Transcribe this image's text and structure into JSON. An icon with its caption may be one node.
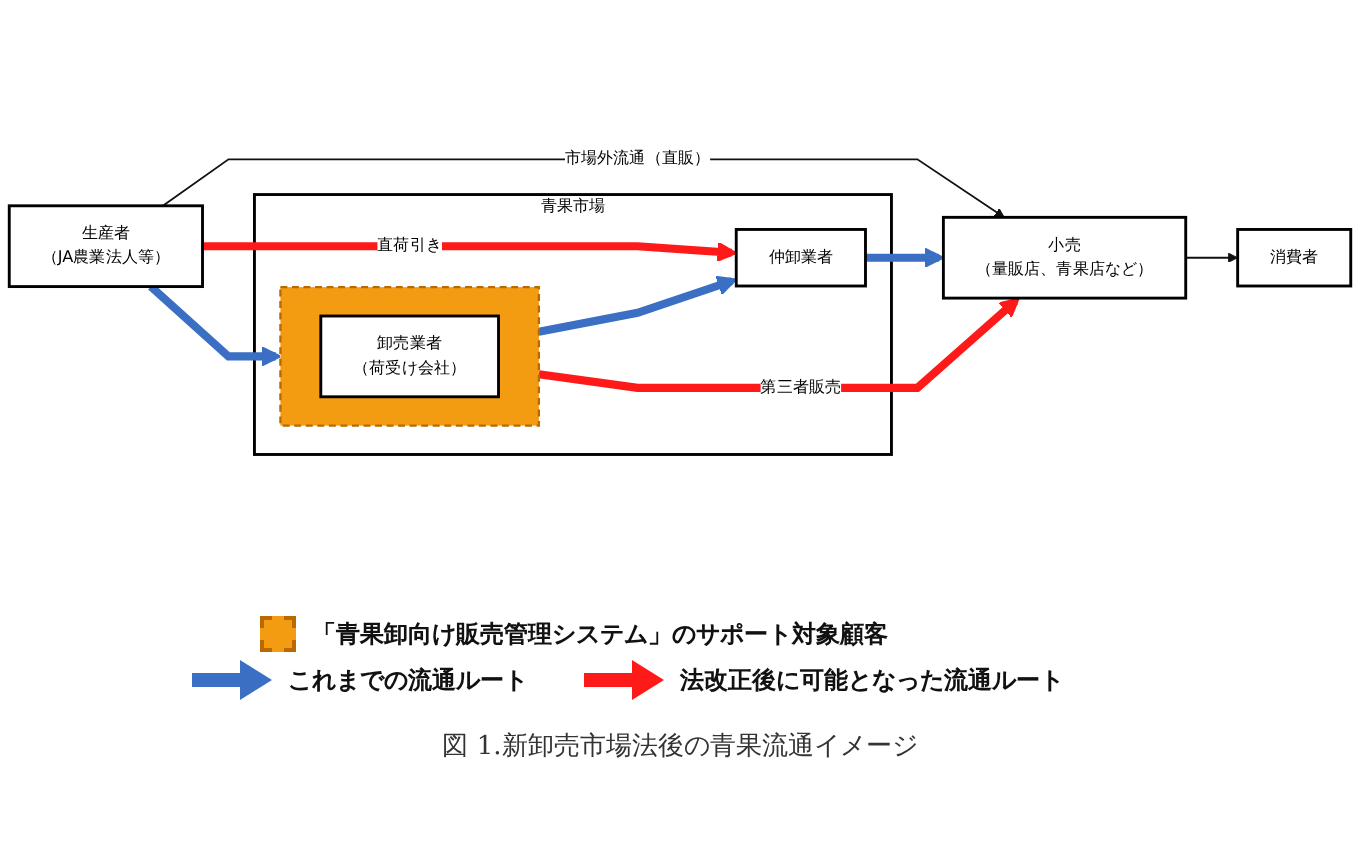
{
  "diagram": {
    "caption": "図 1.新卸売市場法後の青果流通イメージ",
    "nodes": [
      {
        "text": [
          "生産者",
          "（JA農業法人等）"
        ]
      },
      {
        "text": [
          "青果市場"
        ]
      },
      {
        "text": [],
        "shape": "box",
        "in": 1
      },
      {
        "text": [
          "卸売業者",
          "（荷受け会社）"
        ],
        "in": 2
      },
      {
        "text": [
          "仲卸業者"
        ],
        "in": 1
      },
      {
        "text": [
          "小売",
          "（量販店、青果店など）"
        ]
      },
      {
        "text": [
          "消費者"
        ]
      }
    ],
    "edges": [
      {
        "from": 0,
        "to": 5,
        "arrow": "to",
        "label": "市場外流通（直販）",
        "color": "#111111"
      },
      {
        "from": 0,
        "to": 2,
        "arrow": "to",
        "color": "#3a6fc4"
      },
      {
        "from": 2,
        "to": 5,
        "arrow": "to",
        "label": "第三者販売",
        "color": "#ff1a1a"
      },
      {
        "from": 2,
        "to": 4,
        "arrow": "to",
        "color": "#3a6fc4"
      },
      {
        "from": 0,
        "to": 4,
        "arrow": "to",
        "label": "直荷引き",
        "color": "#ff1a1a"
      },
      {
        "from": 4,
        "to": 5,
        "arrow": "to",
        "color": "#3a6fc4"
      },
      {
        "from": 5,
        "to": 6,
        "arrow": "to",
        "color": "#111111"
      }
    ],
    "legend": [
      {
        "text": "「青果卸向け販売管理システム」のサポート対象顧客",
        "color": "#f39c12"
      },
      {
        "text": "これまでの流通ルート"
      },
      {
        "text": "法改正後に可能となった流通ルート"
      }
    ]
  }
}
